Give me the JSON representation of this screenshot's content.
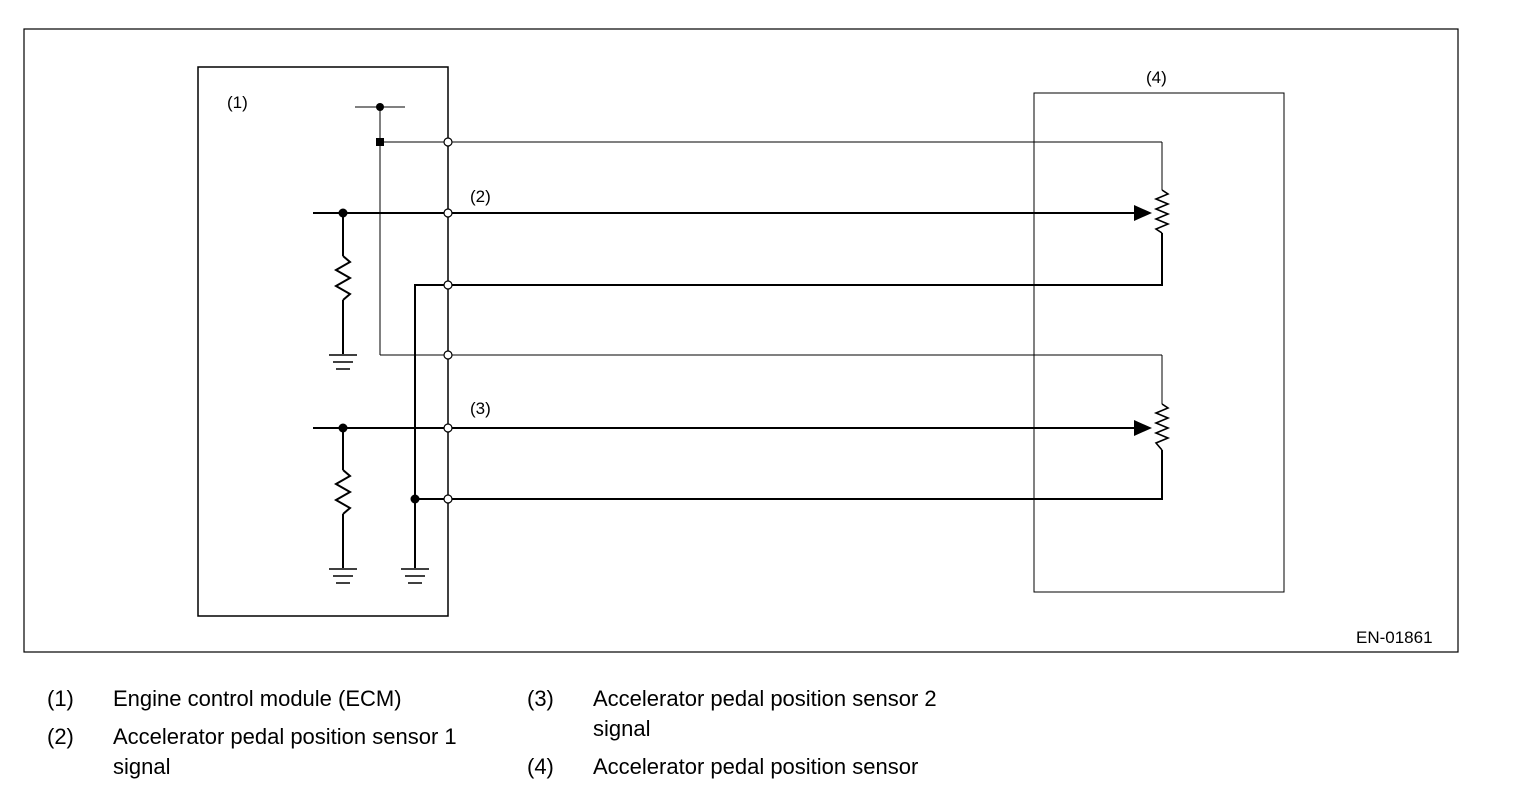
{
  "diagram": {
    "ecm_label": "(1)",
    "signal1_label": "(2)",
    "signal2_label": "(3)",
    "sensor_label": "(4)",
    "code": "EN-01861"
  },
  "legend": [
    {
      "num": "(1)",
      "text": "Engine control module (ECM)"
    },
    {
      "num": "(2)",
      "text": "Accelerator pedal position sensor 1 signal"
    },
    {
      "num": "(3)",
      "text": "Accelerator pedal position sensor 2 signal"
    },
    {
      "num": "(4)",
      "text": "Accelerator pedal position sensor"
    }
  ]
}
